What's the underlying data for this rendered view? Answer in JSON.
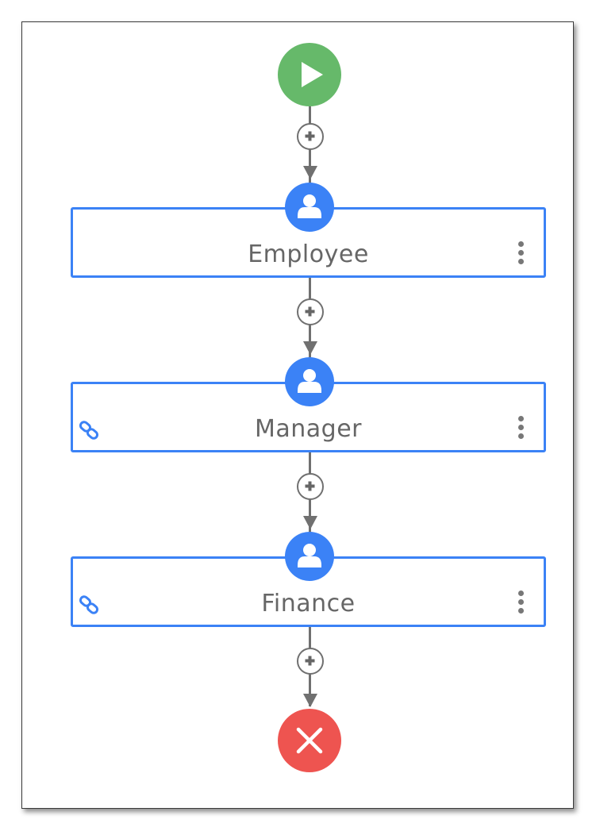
{
  "workflow": {
    "start_event": {
      "icon": "play-icon",
      "color": "#66b96a"
    },
    "end_event": {
      "icon": "close-icon",
      "color": "#ee5450"
    },
    "connector": {
      "color": "#707070",
      "add_icon": "plus-icon"
    },
    "steps": [
      {
        "label": "Employee",
        "icon": "user-icon",
        "linked": false,
        "menu_icon": "kebab-menu-icon"
      },
      {
        "label": "Manager",
        "icon": "user-icon",
        "linked": true,
        "link_icon": "link-icon",
        "menu_icon": "kebab-menu-icon"
      },
      {
        "label": "Finance",
        "icon": "user-icon",
        "linked": true,
        "link_icon": "link-icon",
        "menu_icon": "kebab-menu-icon"
      }
    ],
    "accent_color": "#3b82f6"
  }
}
